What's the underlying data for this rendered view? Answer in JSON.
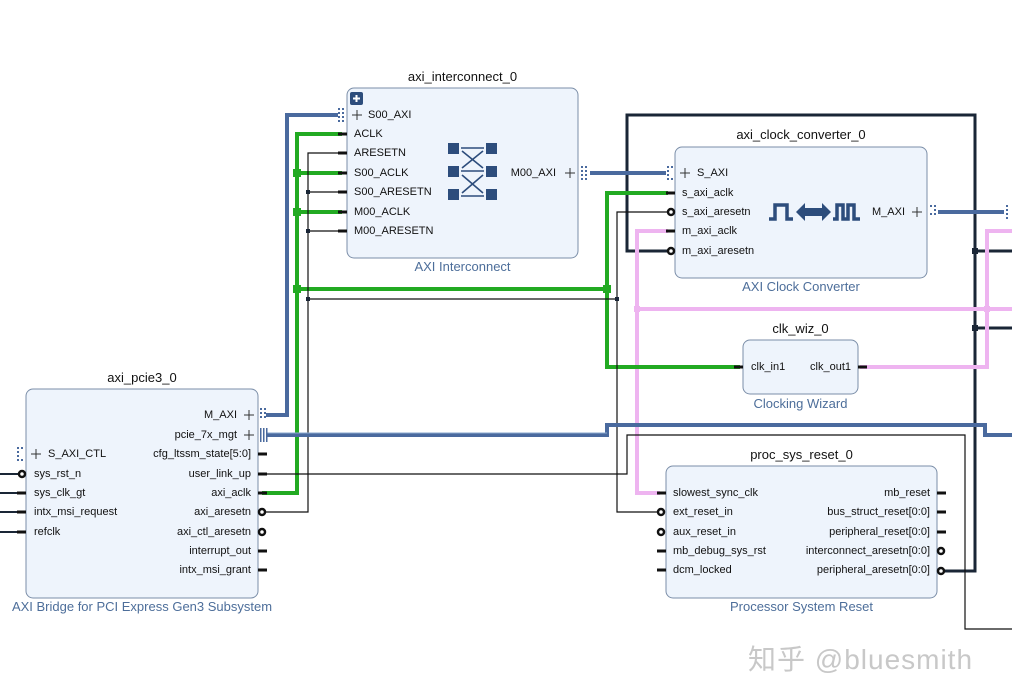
{
  "colors": {
    "block_fill": "#eef4fc",
    "block_border": "#7b8ea8",
    "axi_bus": "#4a6a9e",
    "clock_green": "#22aa22",
    "clock_pink": "#eeb4f0",
    "reset_dark": "#1a2636",
    "thin_wire": "#111111",
    "ip_name_text": "#4d6e9a"
  },
  "blocks": {
    "interconnect": {
      "instance": "axi_interconnect_0",
      "ip_name": "AXI Interconnect",
      "expand_icon": "plus-square-icon",
      "center_icon": "crossbar-icon",
      "left_ports": [
        "S00_AXI",
        "ACLK",
        "ARESETN",
        "S00_ACLK",
        "S00_ARESETN",
        "M00_ACLK",
        "M00_ARESETN"
      ],
      "right_ports": [
        "M00_AXI"
      ]
    },
    "clock_converter": {
      "instance": "axi_clock_converter_0",
      "ip_name": "AXI Clock Converter",
      "center_icon": "clock-domain-crossing-icon",
      "left_ports": [
        "S_AXI",
        "s_axi_aclk",
        "s_axi_aresetn",
        "m_axi_aclk",
        "m_axi_aresetn"
      ],
      "right_ports": [
        "M_AXI"
      ]
    },
    "clk_wiz": {
      "instance": "clk_wiz_0",
      "ip_name": "Clocking Wizard",
      "left_ports": [
        "clk_in1"
      ],
      "right_ports": [
        "clk_out1"
      ]
    },
    "pcie3": {
      "instance": "axi_pcie3_0",
      "ip_name": "AXI Bridge for PCI Express Gen3 Subsystem",
      "left_ports": [
        "S_AXI_CTL",
        "sys_rst_n",
        "sys_clk_gt",
        "intx_msi_request",
        "refclk"
      ],
      "right_ports": [
        "M_AXI",
        "pcie_7x_mgt",
        "cfg_ltssm_state[5:0]",
        "user_link_up",
        "axi_aclk",
        "axi_aresetn",
        "axi_ctl_aresetn",
        "interrupt_out",
        "intx_msi_grant"
      ]
    },
    "proc_sys_reset": {
      "instance": "proc_sys_reset_0",
      "ip_name": "Processor System Reset",
      "left_ports": [
        "slowest_sync_clk",
        "ext_reset_in",
        "aux_reset_in",
        "mb_debug_sys_rst",
        "dcm_locked"
      ],
      "right_ports": [
        "mb_reset",
        "bus_struct_reset[0:0]",
        "peripheral_reset[0:0]",
        "interconnect_aresetn[0:0]",
        "peripheral_aresetn[0:0]"
      ]
    }
  },
  "watermark": "知乎 @bluesmith"
}
